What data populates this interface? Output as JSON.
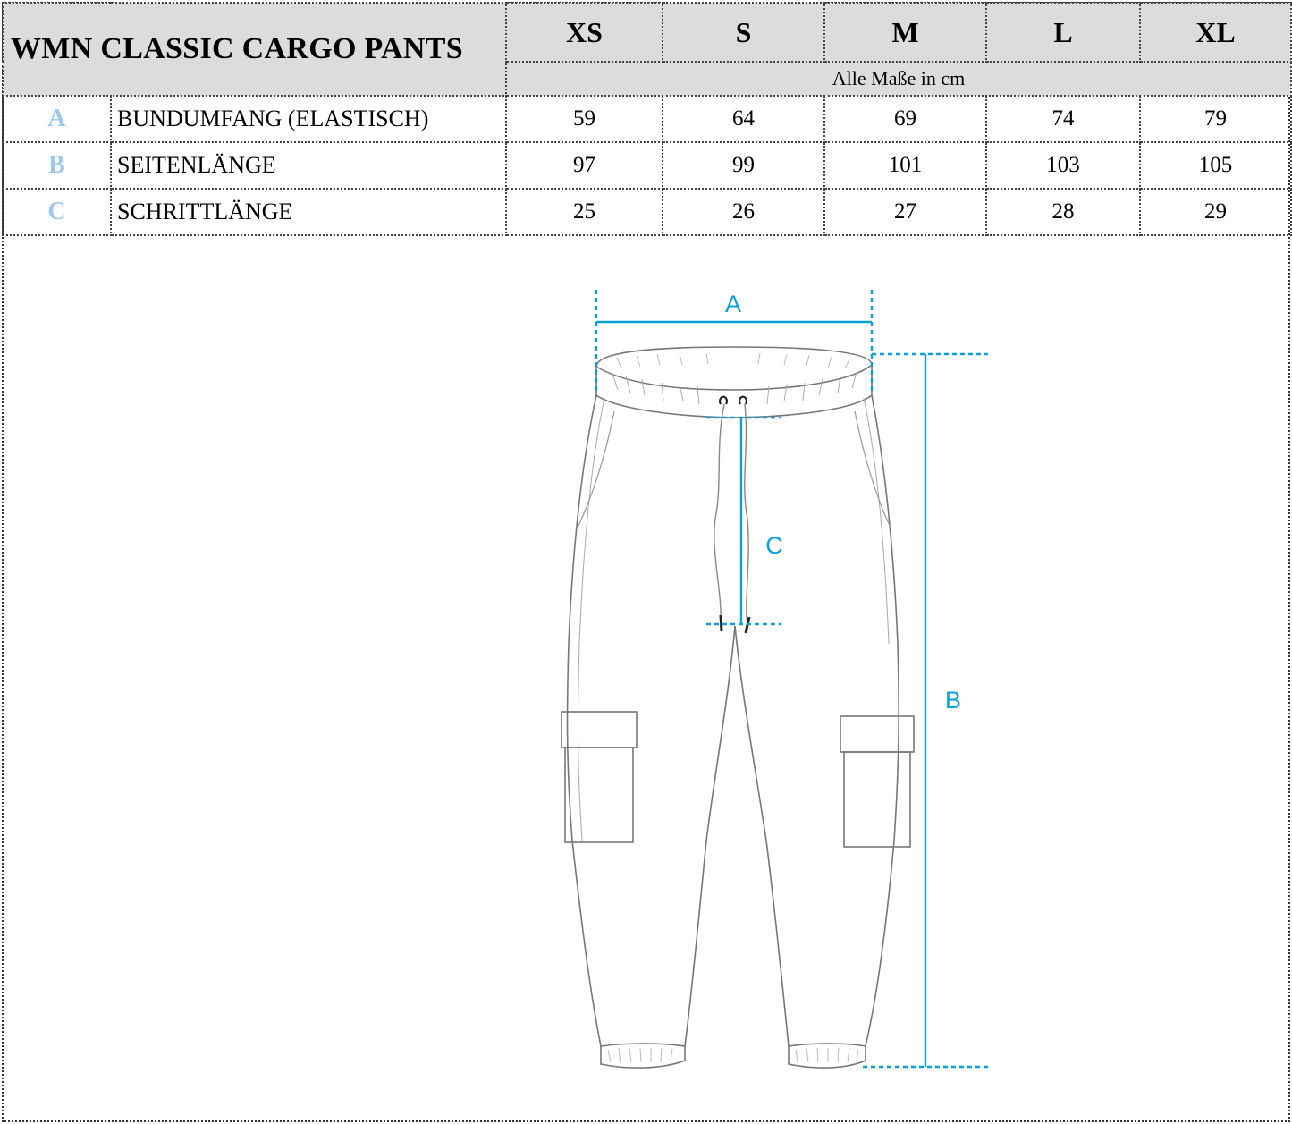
{
  "table": {
    "title": "WMN CLASSIC CARGO PANTS",
    "sizes": [
      "XS",
      "S",
      "M",
      "L",
      "XL"
    ],
    "units_note": "Alle Maße in cm",
    "rows": [
      {
        "letter": "A",
        "label": "BUNDUMFANG (ELASTISCH)",
        "values": [
          "59",
          "64",
          "69",
          "74",
          "79"
        ]
      },
      {
        "letter": "B",
        "label": "SEITENLÄNGE",
        "values": [
          "97",
          "99",
          "101",
          "103",
          "105"
        ]
      },
      {
        "letter": "C",
        "label": "SCHRITTLÄNGE",
        "values": [
          "25",
          "26",
          "27",
          "28",
          "29"
        ]
      }
    ]
  },
  "diagram": {
    "labels": {
      "a": "A",
      "b": "B",
      "c": "C"
    },
    "colors": {
      "measure": "#0aa0d8",
      "letter_light": "#9ccaf0",
      "header_bg": "#dcdcdc",
      "outline": "#666666"
    }
  }
}
